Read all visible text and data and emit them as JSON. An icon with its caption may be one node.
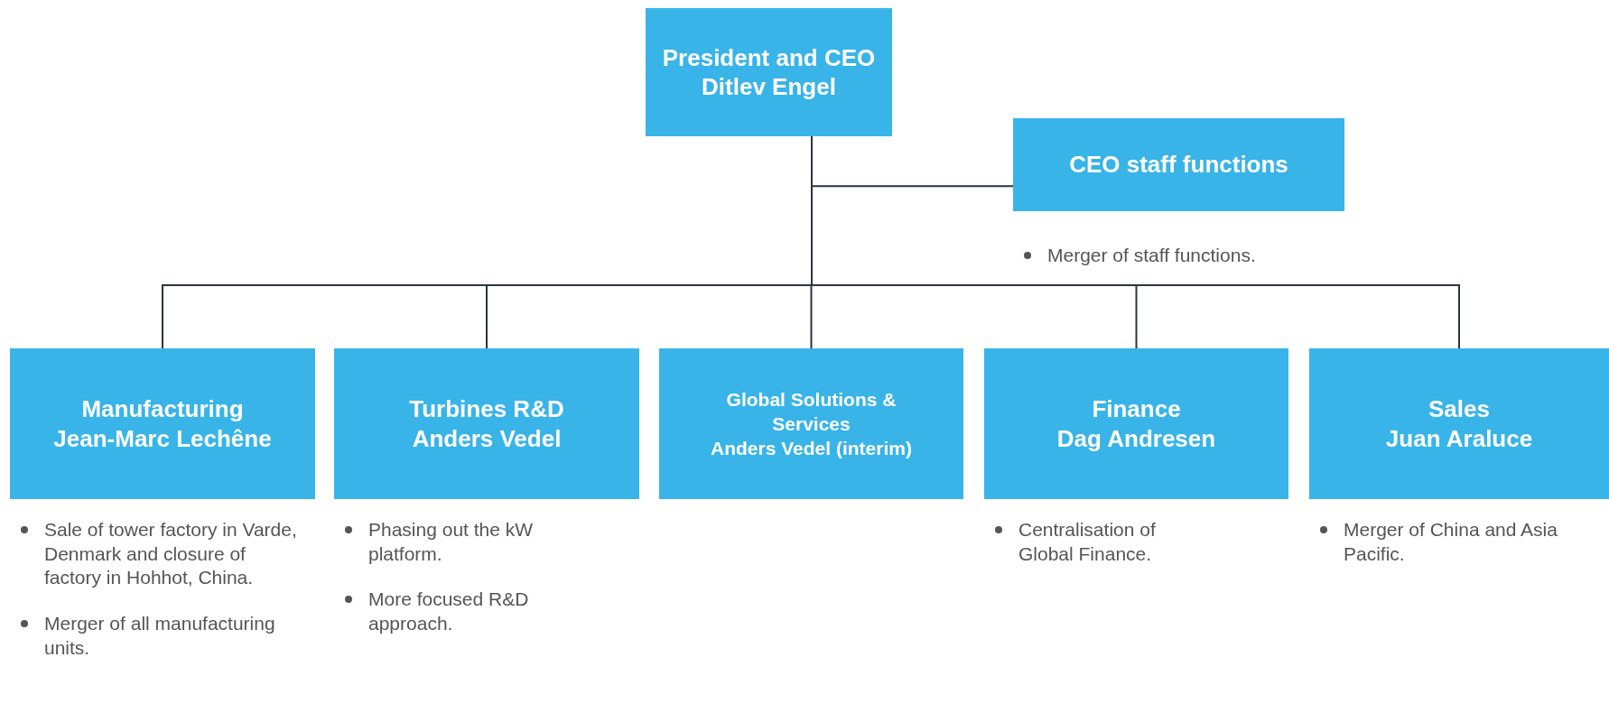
{
  "diagram": {
    "nodes": [
      {
        "text": [
          "President and CEO",
          "Ditlev Engel"
        ]
      },
      {
        "text": [
          "CEO staff functions"
        ],
        "beside": [
          "Merger of staff functions."
        ]
      },
      {
        "text": [
          "Manufacturing",
          "Jean-Marc Lechêne"
        ],
        "beside": [
          "Sale of tower factory in Varde, Denmark and closure of factory in Hohhot, China.",
          "Merger of all manufacturing units."
        ]
      },
      {
        "text": [
          "Turbines R&D",
          "Anders Vedel"
        ],
        "beside": [
          "Phasing out the kW platform.",
          "More focused R&D approach."
        ]
      },
      {
        "text": [
          "Global Solutions & Services",
          "Anders Vedel (interim)"
        ]
      },
      {
        "text": [
          "Finance",
          "Dag Andresen"
        ],
        "beside": [
          "Centralisation of Global Finance."
        ]
      },
      {
        "text": [
          "Sales",
          "Juan Araluce"
        ],
        "beside": [
          "Merger of China and Asia Pacific."
        ]
      }
    ],
    "edges": [
      {
        "from": 0,
        "to": 1,
        "arrow": "none"
      },
      {
        "from": 0,
        "to": 2,
        "arrow": "none"
      },
      {
        "from": 0,
        "to": 3,
        "arrow": "none"
      },
      {
        "from": 0,
        "to": 4,
        "arrow": "none"
      },
      {
        "from": 0,
        "to": 5,
        "arrow": "none"
      },
      {
        "from": 0,
        "to": 6,
        "arrow": "none"
      }
    ]
  }
}
